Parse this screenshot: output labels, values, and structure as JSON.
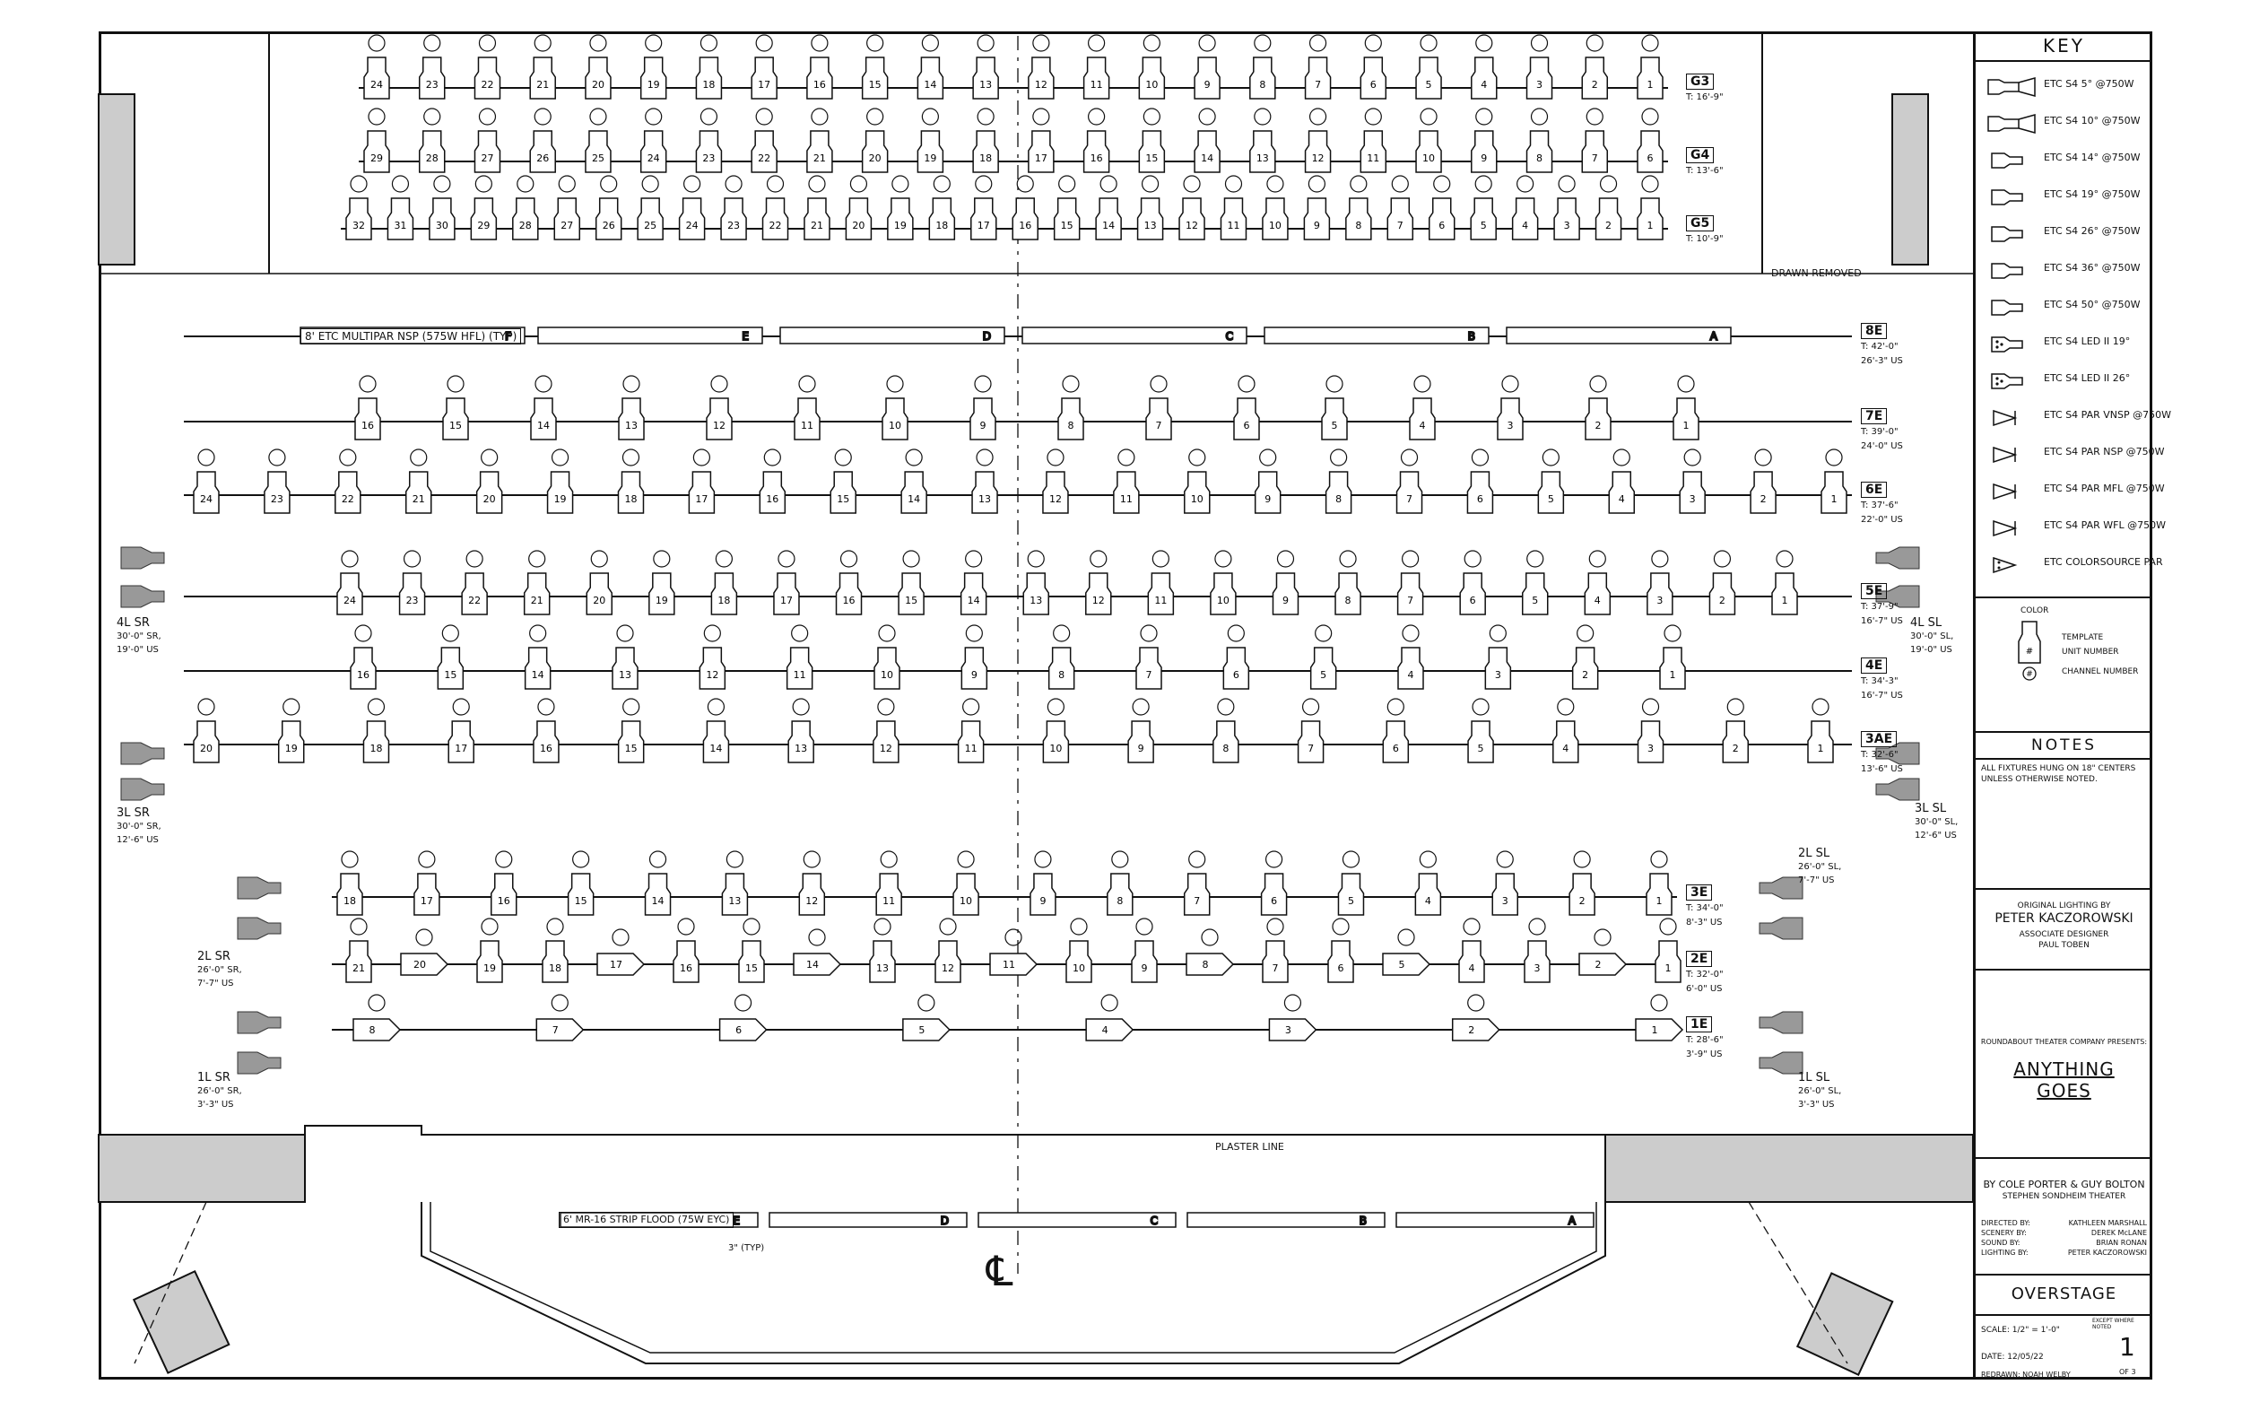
{
  "key": {
    "title": "KEY",
    "items": [
      {
        "label": "ETC S4 5° @750W",
        "symbol": "ellipsoidal-long-icon"
      },
      {
        "label": "ETC S4 10° @750W",
        "symbol": "ellipsoidal-long-icon"
      },
      {
        "label": "ETC S4 14° @750W",
        "symbol": "ellipsoidal-icon"
      },
      {
        "label": "ETC S4 19° @750W",
        "symbol": "ellipsoidal-icon"
      },
      {
        "label": "ETC S4 26° @750W",
        "symbol": "ellipsoidal-icon"
      },
      {
        "label": "ETC S4 36° @750W",
        "symbol": "ellipsoidal-icon"
      },
      {
        "label": "ETC S4 50° @750W",
        "symbol": "ellipsoidal-icon"
      },
      {
        "label": "ETC S4 LED II 19°",
        "symbol": "led-ellipsoidal-icon"
      },
      {
        "label": "ETC S4 LED II 26°",
        "symbol": "led-ellipsoidal-icon"
      },
      {
        "label": "ETC S4 PAR VNSP @750W",
        "symbol": "par-icon"
      },
      {
        "label": "ETC S4 PAR NSP @750W",
        "symbol": "par-icon"
      },
      {
        "label": "ETC S4 PAR MFL @750W",
        "symbol": "par-icon"
      },
      {
        "label": "ETC S4 PAR WFL @750W",
        "symbol": "par-icon"
      },
      {
        "label": "ETC COLORSOURCE PAR",
        "symbol": "led-par-icon"
      }
    ],
    "legend": {
      "color": "COLOR",
      "template": "TEMPLATE",
      "unit": "UNIT NUMBER",
      "channel": "CHANNEL NUMBER"
    }
  },
  "notes": {
    "title": "NOTES",
    "text": "ALL FIXTURES HUNG ON 18\" CENTERS UNLESS OTHERWISE NOTED."
  },
  "credits": {
    "orig_label": "ORIGINAL LIGHTING BY",
    "orig_name": "PETER KACZOROWSKI",
    "assoc_label": "ASSOCIATE DESIGNER",
    "assoc_name": "PAUL TOBEN",
    "company": "ROUNDABOUT THEATER COMPANY PRESENTS:",
    "show_line1": "ANYTHING",
    "show_line2": "GOES",
    "authors": "BY COLE PORTER & GUY BOLTON",
    "theater": "STEPHEN SONDHEIM THEATER",
    "staff": [
      {
        "role": "DIRECTED BY:",
        "name": "KATHLEEN MARSHALL"
      },
      {
        "role": "SCENERY BY:",
        "name": "DEREK McLANE"
      },
      {
        "role": "SOUND BY:",
        "name": "BRIAN RONAN"
      },
      {
        "role": "LIGHTING BY:",
        "name": "PETER KACZOROWSKI"
      }
    ],
    "sheet_title": "OVERSTAGE",
    "scale": "SCALE: 1/2\" = 1'-0\"",
    "scale_note": "EXCEPT WHERE NOTED",
    "date": "DATE: 12/05/22",
    "redrawn": "REDRAWN: NOAH WELBY",
    "sheet_num": "1",
    "sheet_of": "OF 3"
  },
  "pipes": [
    {
      "id": "G3",
      "trim": "T: 16'-9\""
    },
    {
      "id": "G4",
      "trim": "T: 13'-6\""
    },
    {
      "id": "G5",
      "trim": "T: 10'-9\""
    },
    {
      "id": "8E",
      "trim": "T: 42'-0\"",
      "dist": "26'-3\" US"
    },
    {
      "id": "7E",
      "trim": "T: 39'-0\"",
      "dist": "24'-0\" US"
    },
    {
      "id": "6E",
      "trim": "T: 37'-6\"",
      "dist": "22'-0\" US"
    },
    {
      "id": "5E",
      "trim": "T: 37'-9\"",
      "dist": "16'-7\" US"
    },
    {
      "id": "4E",
      "trim": "T: 34'-3\"",
      "dist": "16'-7\" US"
    },
    {
      "id": "3AE",
      "trim": "T: 32'-6\"",
      "dist": "13'-6\" US"
    },
    {
      "id": "3E",
      "trim": "T: 34'-0\"",
      "dist": "8'-3\" US"
    },
    {
      "id": "2E",
      "trim": "T: 32'-0\"",
      "dist": "6'-0\" US"
    },
    {
      "id": "1E",
      "trim": "T: 28'-6\"",
      "dist": "3'-9\" US"
    }
  ],
  "booms": [
    {
      "name": "4L SR",
      "detail1": "30'-0\" SR,",
      "detail2": "19'-0\" US"
    },
    {
      "name": "4L SL",
      "detail1": "30'-0\" SL,",
      "detail2": "19'-0\" US"
    },
    {
      "name": "3L SR",
      "detail1": "30'-0\" SR,",
      "detail2": "12'-6\" US"
    },
    {
      "name": "3L SL",
      "detail1": "30'-0\" SL,",
      "detail2": "12'-6\" US"
    },
    {
      "name": "2L SR",
      "detail1": "26'-0\" SR,",
      "detail2": "7'-7\" US"
    },
    {
      "name": "2L SL",
      "detail1": "26'-0\" SL,",
      "detail2": "7'-7\" US"
    },
    {
      "name": "1L SR",
      "detail1": "26'-0\" SR,",
      "detail2": "3'-3\" US"
    },
    {
      "name": "1L SL",
      "detail1": "26'-0\" SL,",
      "detail2": "3'-3\" US"
    }
  ],
  "multipar": {
    "label": "8' ETC MULTIPAR NSP (575W HFL) (TYP)",
    "sections": [
      "F",
      "E",
      "D",
      "C",
      "B",
      "A"
    ]
  },
  "strip": {
    "label": "6' MR-16 STRIP FLOOD (75W EYC)",
    "sections": [
      "E",
      "D",
      "C",
      "B",
      "A"
    ],
    "note": "3\" (TYP)"
  },
  "notes_on_plot": {
    "drawn_removed": "DRAWN REMOVED",
    "plaster_line": "PLASTER LINE",
    "centerline": "℄"
  },
  "units": {
    "g3": [
      "24",
      "23",
      "22",
      "21",
      "20",
      "19",
      "18",
      "17",
      "16",
      "15",
      "14",
      "13",
      "12",
      "11",
      "10",
      "9",
      "8",
      "7",
      "6",
      "5",
      "4",
      "3",
      "2",
      "1"
    ],
    "g4": [
      "29",
      "28",
      "27",
      "26",
      "25",
      "24",
      "23",
      "22",
      "21",
      "20",
      "19",
      "18",
      "17",
      "16",
      "15",
      "14",
      "13",
      "12",
      "11",
      "10",
      "9",
      "8",
      "7",
      "6"
    ],
    "g5": [
      "32",
      "31",
      "30",
      "29",
      "28",
      "27",
      "26",
      "25",
      "24",
      "23",
      "22",
      "21",
      "20",
      "19",
      "18",
      "17",
      "16",
      "15",
      "14",
      "13",
      "12",
      "11",
      "10",
      "9",
      "8",
      "7",
      "6",
      "5",
      "4",
      "3",
      "2",
      "1"
    ],
    "e7": [
      "16",
      "15",
      "14",
      "13",
      "12",
      "11",
      "10",
      "9",
      "8",
      "7",
      "6",
      "5",
      "4",
      "3",
      "2",
      "1"
    ],
    "e6": [
      "24",
      "23",
      "22",
      "21",
      "20",
      "19",
      "18",
      "17",
      "16",
      "15",
      "14",
      "13",
      "12",
      "11",
      "10",
      "9",
      "8",
      "7",
      "6",
      "5",
      "4",
      "3",
      "2",
      "1"
    ],
    "e5": [
      "24",
      "23",
      "22",
      "21",
      "20",
      "19",
      "18",
      "17",
      "16",
      "15",
      "14",
      "13",
      "12",
      "11",
      "10",
      "9",
      "8",
      "7",
      "6",
      "5",
      "4",
      "3",
      "2",
      "1"
    ],
    "e4": [
      "16",
      "15",
      "14",
      "13",
      "12",
      "11",
      "10",
      "9",
      "8",
      "7",
      "6",
      "5",
      "4",
      "3",
      "2",
      "1"
    ],
    "e3a": [
      "20",
      "19",
      "18",
      "17",
      "16",
      "15",
      "14",
      "13",
      "12",
      "11",
      "10",
      "9",
      "8",
      "7",
      "6",
      "5",
      "4",
      "3",
      "2",
      "1"
    ],
    "e3": [
      "18",
      "17",
      "16",
      "15",
      "14",
      "13",
      "12",
      "11",
      "10",
      "9",
      "8",
      "7",
      "6",
      "5",
      "4",
      "3",
      "2",
      "1"
    ],
    "e2": [
      "21",
      "20",
      "19",
      "18",
      "17",
      "16",
      "15",
      "14",
      "13",
      "12",
      "11",
      "10",
      "9",
      "8",
      "7",
      "6",
      "5",
      "4",
      "3",
      "2",
      "1"
    ],
    "e1": [
      "8",
      "7",
      "6",
      "5",
      "4",
      "3",
      "2",
      "1"
    ]
  }
}
